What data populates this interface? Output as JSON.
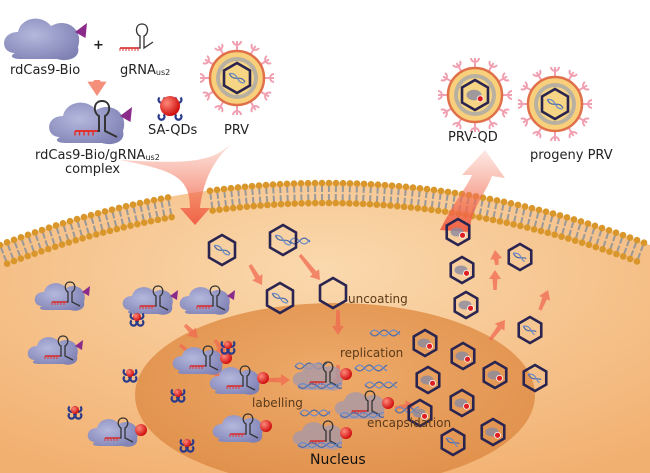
{
  "labels": {
    "cas9": "rdCas9-Bio",
    "plus": "+",
    "grna_main": "gRNA",
    "grna_sub": "us2",
    "complex_main": "rdCas9-Bio/gRNA",
    "complex_sub": "us2",
    "complex_line2": "complex",
    "saqd": "SA-QDs",
    "prv": "PRV",
    "prvqd": "PRV-QD",
    "progeny": "progeny PRV",
    "uncoating": "uncoating",
    "replication": "replication",
    "labelling": "labelling",
    "encapsidation": "encapsidation",
    "nucleus": "Nucleus"
  },
  "colors": {
    "cytoplasm": "#f6c48e",
    "nucleus": "#e89b5a",
    "cas9": "#9a9cc8",
    "biotin": "#8a2a8a",
    "quantum_dot": "#e02020",
    "capsid": "#2a2450",
    "arrow": "#f06a50",
    "membrane_head": "#d9962a",
    "membrane_tail": "#999999"
  }
}
